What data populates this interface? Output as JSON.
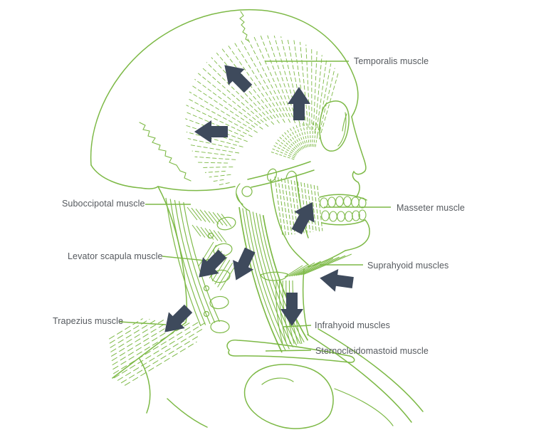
{
  "labels": [
    {
      "id": "temporalis",
      "text": "Temporalis muscle"
    },
    {
      "id": "suboccipital",
      "text": "Suboccipotal muscle"
    },
    {
      "id": "masseter",
      "text": "Masseter muscle"
    },
    {
      "id": "levator",
      "text": "Levator scapula muscle"
    },
    {
      "id": "suprahyoid",
      "text": "Suprahyoid muscles"
    },
    {
      "id": "trapezius",
      "text": "Trapezius muscle"
    },
    {
      "id": "infrahyoid",
      "text": "Infrahyoid muscles"
    },
    {
      "id": "sternocleidomastoid",
      "text": "Sternocleidomastoid muscle"
    }
  ],
  "arrows": [
    {
      "name": "temporalis-arrow-upper",
      "direction": "up-left"
    },
    {
      "name": "temporalis-arrow-right",
      "direction": "up"
    },
    {
      "name": "temporalis-arrow-lower",
      "direction": "left"
    },
    {
      "name": "masseter-arrow",
      "direction": "up-right"
    },
    {
      "name": "levator-scapula-arrow",
      "direction": "down-left"
    },
    {
      "name": "neck-mid-arrow",
      "direction": "down-left"
    },
    {
      "name": "suprahyoid-arrow",
      "direction": "left"
    },
    {
      "name": "trapezius-arrow",
      "direction": "down-left"
    },
    {
      "name": "infrahyoid-arrow",
      "direction": "down"
    }
  ],
  "colors": {
    "illustration_green": "#7DB946",
    "arrow_navy": "#3E4A5C",
    "label_text": "#55595E",
    "background": "#FFFFFF"
  }
}
